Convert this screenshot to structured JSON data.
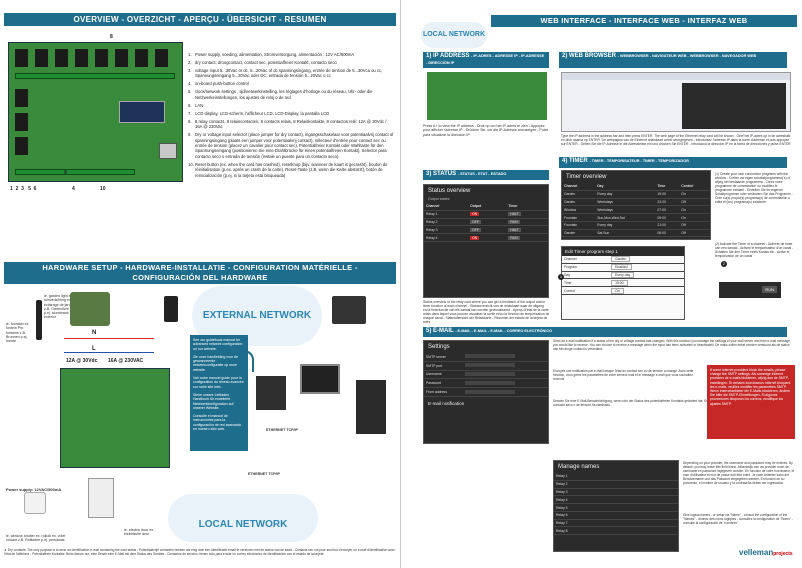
{
  "left": {
    "overview_banner": "OVERVIEW - OVERZICHT - APERÇU - ÜBERSICHT - RESUMEN",
    "callout_8": "8",
    "callouts_bottom": [
      "1",
      "2",
      "3",
      "5",
      "6",
      "9",
      "4",
      "10"
    ],
    "items": [
      {
        "n": "1.",
        "text": "Power supply, voeding, alimentation, Stromversorgung, alimentación : 12V AC/500mA"
      },
      {
        "n": "2.",
        "text": "dry contact, droogcontact, contact sec, potentialfreier Kontakt, contacto seco"
      },
      {
        "n": "3.",
        "text": "voltage input 5...30Vac or dc, 5...20Vac of dc spanningsingang, entrée de tension de 5...30Vca ou cc, Spannungseingang 5...20Vac oder DC, entrada de tensión 5...20Vac o cc"
      },
      {
        "n": "4.",
        "text": "on-board push-button control"
      },
      {
        "n": "5.",
        "text": "clock/network settings , tijd/netwerkinstelling, les réglages d'horloge ou du réseau, Uhr- oder die Netzwerkeinstellungen, los ajustes de reloj o de red"
      },
      {
        "n": "6.",
        "text": "LAN"
      },
      {
        "n": "7.",
        "text": "LCD display, LCD-scherm, l'afficheur LCD, LCD-Display, la pantalla LCD"
      },
      {
        "n": "8.",
        "text": "8 relay contacts, 8 relaiscontacten, 8 contacts relais, 8 Relaiskontakte, 8 contactos relé: 12A @ 30Vdc / 16A @ 230Vac"
      },
      {
        "n": "9.",
        "text": "Dry or voltage input selector (place jumper for dry contact), ingangsschakelaar voor potentiaalvrij contact of spanningsingang (plaats een jumper voor potentiaalvrij contact), sélecteur d'entrée pour contact sec ou entrée de tension (placez un cavalier pour contact sec), Potentialfreier Kontakt oder Wahltaste für den Spannungseingang (positionieren Sie eine Drahtbrücke für einen potentialfreien Kontakt), Selector para contacto seco o entrada de tensión (instale un puente para un contacto seco)."
      },
      {
        "n": "10.",
        "text": "Reset button (ex. when the card has crashed), resetknop (bijv. wanneer de kaart is gecrasht), bouton de réinitialisation (p.ex. après un crash de la carte), Reset-Taste (z.B. wenn die Karte abstürzt), botón de reinicialización (p.ej. si la tarjeta está bloqueada)"
      }
    ],
    "hardware_banner_1": "HARDWARE SETUP - HARDWARE-INSTALLATIE - CONFIGURATION MATÉRIELLE -",
    "hardware_banner_2": "CONFIGURACIÓN DEL HARDWARE",
    "relay_rating_1": "12A @ 30Vdc",
    "relay_rating_2": "16A @ 230VAC",
    "letter_n": "N",
    "letter_l": "L",
    "external_network": "EXTERNAL NETWORK",
    "local_network": "LOCAL NETWORK",
    "ethernet_a": "ETHERNET TCP/IP",
    "ethernet_b": "ETHERNET TCP/IP",
    "power_supply": "Power supply: 12VAC/500mA",
    "lamp_caption": "ie. garden light ex. tuinverlichting ex. éclairage de jardin z.B. Gartenlicht p.ej. alumbrado exterior",
    "sprinkler_caption": "ie. fountain ex. fontein Pnr. fontaine z.B. Brunnen p.ej. fuente",
    "door_caption": "ie. electric door ex. elektrische deur",
    "blind_caption": "ie. window shutter ex. rolluik ex. volet roulant z.B. Rollladen p.ej. persianas",
    "blue_notes": [
      "See our guidebook manual for advanced network configuration on our website.",
      "Zie onze handleiding voor de geavanceerde netwerkconfiguratie op onze website.",
      "Voir notre manuel guide pour la configuration du réseau avancée sur notre site web.",
      "Siehe unsere Leitfaden Handbuch für erweiterte Netzwerkkonfiguration auf unserer Website.",
      "Consulte el manual de instrucciones para la configuración de red avanzada en nuestro sitio web."
    ],
    "footnote": "★ Dry contacts: The only purpose is to send an identification e-mail containing the card status - Potentiaalvrije contacten hebben als enig doel een identificatie-email te versturen met de status van de kaart - Contacts sec ont pour seul but d'envoyer un e-mail d'identification avec l'état de l'afficheur - Potentialfreie Kontakte: Beim dienen nur, eine Sende eine E-Mail mit dem Status des Gerätes - Contactos de sección: tienen sólo para enviar un correo electrónico de identificación con el estado de la tarjeta"
  },
  "right": {
    "banner": "WEB INTERFACE - INTERFACE WEB - INTERFAZ WEB",
    "local_network": "LOCAL NETWORK",
    "s1_title": "1) IP ADDRESS",
    "s1_sub": "- IP-ADRES - ADRESSE IP - IP-ADRESSE - DIRECCIÓN IP",
    "s2_title": "2) WEB BROWSER",
    "s2_sub": "- WEBBROWSER - NAVIGATEUR WEB - WEBBROWSER - NAVEGADOR WEB",
    "s1_text": "Press A+ to view the IP address - Druk op om het IP-adres te zien - Appuyez pour afficher l'adresse IP - Drücken Sie, um die IP-Adresse anzuzeigen - Pulse para visualizar la dirección IP",
    "s2_text": "Type the IP address in the address bar and then press ENTER. The web page of the Ethernet relay card will be shown - Geef het IP-adres op in de adresbalk en druk daarna op ENTER. De webpagina van de Ethernet relaiskaart wordt weergegeven - Introduisez l'adresse IP dans la barre d'adresse et puis appuyez sur ENTER - Geben Sie die IP-Adresse in die Adressleiste ein und drücken Sie ENTER - Introduzca la dirección IP en la barra de direcciones y pulse ENTER",
    "s3_title": "3) STATUS",
    "s3_sub": "- STATUS - ETAT - ESTADO",
    "status_shot": {
      "title": "Status overview",
      "subtitle": "Output states",
      "headers": [
        "Channel",
        "Output",
        "Timer"
      ],
      "rows": [
        [
          "Relay 1",
          "ON",
          "HALT"
        ],
        [
          "Relay 2",
          "OFF",
          "RUN"
        ],
        [
          "Relay 3",
          "OFF",
          "HALT"
        ],
        [
          "Relay 4",
          "ON",
          "RUN"
        ]
      ]
    },
    "s3_text": "Status overview of the relay card where you can get a feedback of the output and/or timer function of each channel - Statusoverzicht van de relaiskaart waar de uitgang en/of timerfunctie van elk kanaal kan worden gevisualiseerd - Aperçu d'état de la carte relais dans lequel vous pouvez visualiser la sortie et/ou la fonction de temporisation de chaque canal - Statusübersicht der Relaiskarte - Resumen del estado de la tarjeta de relés",
    "s4_title": "4) TIMER",
    "s4_sub": "- TIMER - TEMPORISATEUR - TIMER - TEMPORIZADOR",
    "timer_shot": {
      "title": "Timer overview",
      "headers": [
        "Channel",
        "Day",
        "Time",
        "Control"
      ],
      "rows": [
        [
          "Garden",
          "Every day",
          "19:00",
          "On"
        ],
        [
          "Garden",
          "Weekdays",
          "23:00",
          "Off"
        ],
        [
          "Window",
          "Weekdays",
          "07:00",
          "On"
        ],
        [
          "Fountain",
          "Sun,Mon,Wed,Sat",
          "09:00",
          "On"
        ],
        [
          "Fountain",
          "Every day",
          "21:00",
          "Off"
        ],
        [
          "Garden",
          "Sat,Sun",
          "06:00",
          "Off"
        ]
      ]
    },
    "edit_shot": {
      "title": "Edit Timer program step 1",
      "fields": [
        "Channel",
        "Program",
        "Day",
        "Time",
        "Control"
      ],
      "values": [
        "Garden",
        "Enabled",
        "Every day",
        "19:00",
        "On"
      ]
    },
    "timer_note_1": "(1) Create your own connection programs with the window - Creëer uw eigen schakelprogramma('s) of wijzig het bestaande programma - Créez votre programme de commutation ou modifiez le programme existant - Erstellen Sie Ihr eigenes Schaltprogramm oder verändern Sie das Programm - Cree su(s) propio(s) programa(s) de conmutación o edite el (los) programa(s) existente",
    "timer_note_2": "(2) Activate the Timer of a channel - Activeer de timer van een kanaal - Activez le temporisateur d'un canal - Schalten Sie den Timer eines Kanals ein - Active el temporizador de un canal",
    "run_label": "RUN",
    "s5_title": "5) E-MAIL",
    "s5_sub": "- E-MAIL - E-MAIL - E-MAIL - CORREO ELECTRÓNICO",
    "settings_shot": {
      "title": "Settings",
      "rows": [
        "SMTP server",
        "SMTP port",
        "Username",
        "Password",
        "From address"
      ],
      "section": "E-mail notification"
    },
    "s5_text": "Send an e-mail notification if a status of the dry or voltage contact has changed. With this function you manage the settings of your mail server and then e-mail message you would like to receive. You can choose to receive a message when the input has been activated or deactivated. De mails zullen enkel worden verstuurd als de status van het droge contact is veranderd.",
    "s5_text2": "Envoyez une notification par e-mail lorsque l'état du contact sec ou de tension a changé. Avec cette fonction, vous gérez les paramètres de votre serveur mail et le message e-mail que vous souhaitez recevoir.",
    "s5_text3": "Senden Sie eine E-Mail-Benachrichtigung, wenn sich der Status des potentialfreien Kontakts geändert hat. Envíe un correo electrónico de notificación si el estado del contacto seco o de tensión ha cambiado.",
    "red_warning": "If some internet providers block the emails, please change the SMTP settings. Als sommige internet providers de e-mails blokkeren, wijzig dan de SMTP-instellingen. Si certains fournisseurs internet bloquent les e-mails, veuillez modifier les paramètres SMTP. Wenn Internetanbieter die E-Mails blockieren, ändern Sie bitte die SMTP-Einstellungen. Si algunos proveedores bloquean los correos, modifique los ajustes SMTP.",
    "manage_shot": {
      "title": "Manage names",
      "rows": [
        "Relay 1",
        "Relay 2",
        "Relay 3",
        "Relay 4",
        "Relay 5",
        "Relay 6",
        "Relay 7",
        "Relay 8"
      ]
    },
    "manage_text": "Depending on your provider, the username and password may be entered. By default, you may leave this field blank. Afhankelijk van uw provider moet de username en paswoord ingegeven worden. En fonction de votre fournisseur, le nom d'utilisateur et mot de passe doit être entré. Je nach Anbieter kann der Benutzername und das Passwort eingegeben werden. En función de su proveedor, el nombre de usuario y la contraseña deben ser ingresados.",
    "manage_text2": "Give logical names - or setup via \"Name\" - consult the configuration of the \"Names\" - donnez des noms logiques - consultez la configuration de \"Noms\" - consulte la configuración de \"nombres\"",
    "brand": "velleman",
    "brand_sub": "projects"
  }
}
